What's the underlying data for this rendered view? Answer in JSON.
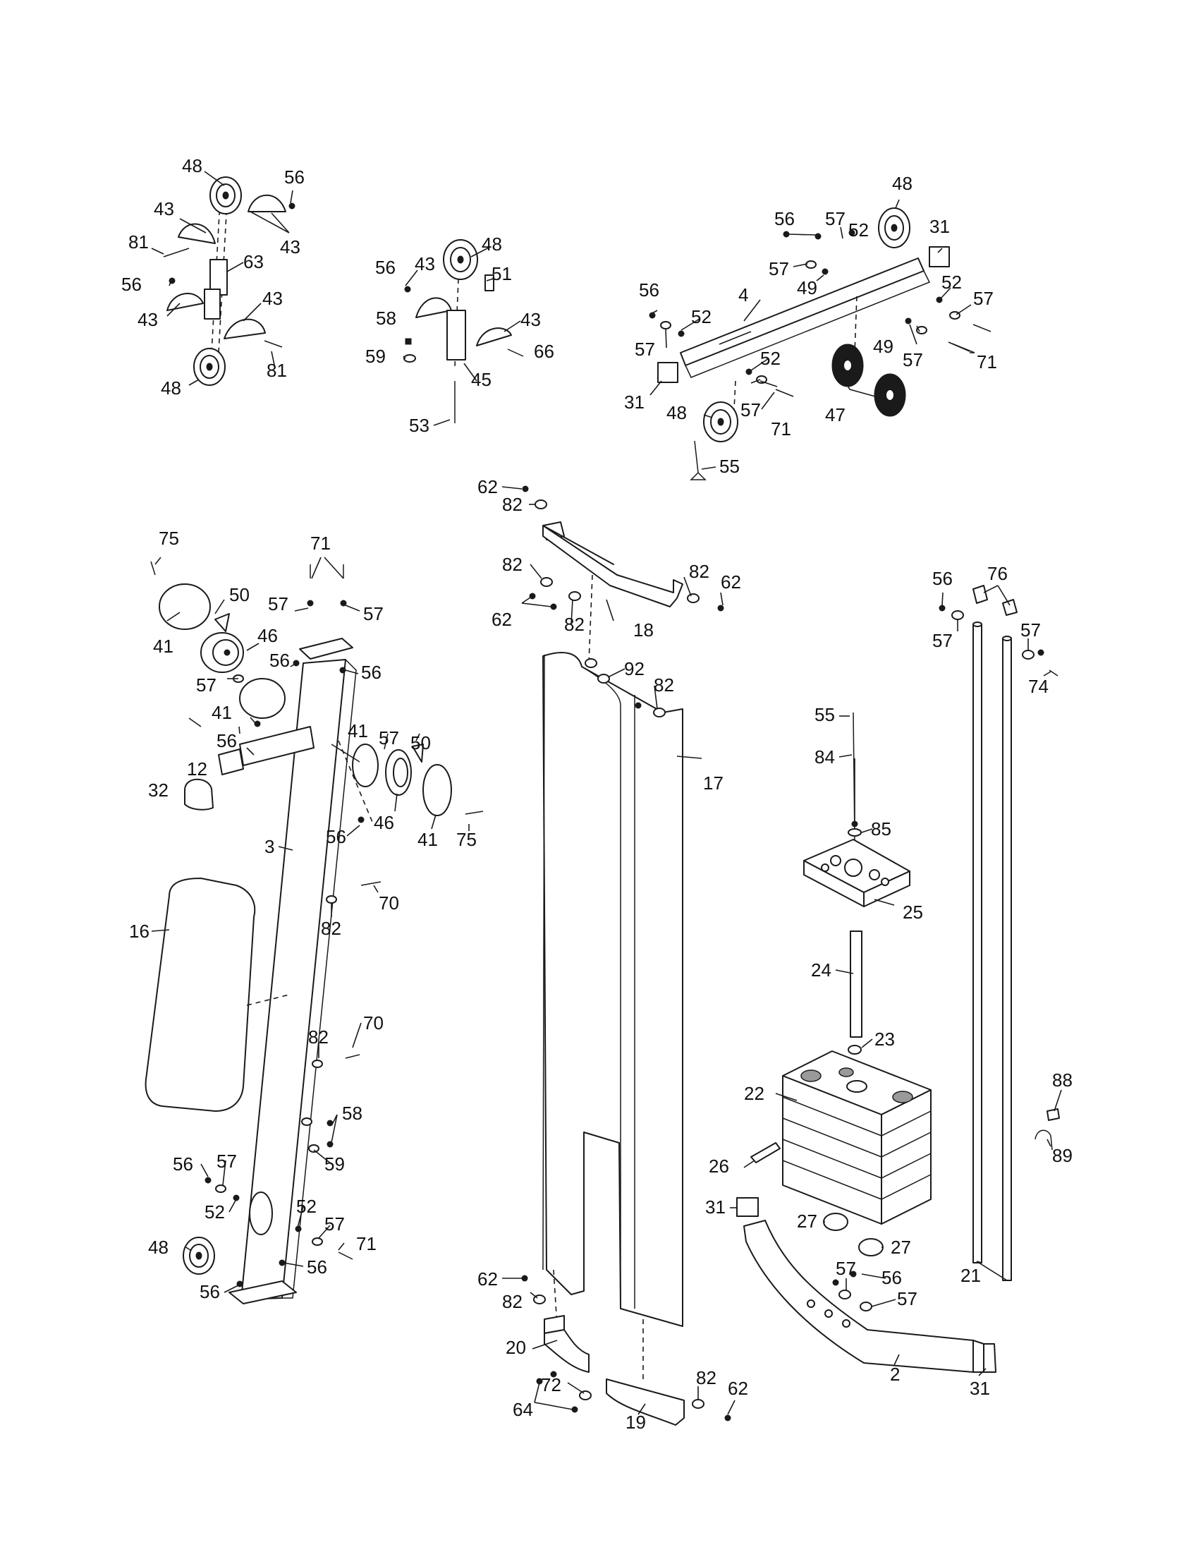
{
  "callouts": [
    {
      "id": "p48a",
      "text": "48"
    },
    {
      "id": "p56a",
      "text": "56"
    },
    {
      "id": "p43a",
      "text": "43"
    },
    {
      "id": "p43b",
      "text": "43"
    },
    {
      "id": "p81a",
      "text": "81"
    },
    {
      "id": "p63",
      "text": "63"
    },
    {
      "id": "p56b",
      "text": "56"
    },
    {
      "id": "p43c",
      "text": "43"
    },
    {
      "id": "p43d",
      "text": "43"
    },
    {
      "id": "p81b",
      "text": "81"
    },
    {
      "id": "p48b",
      "text": "48"
    },
    {
      "id": "p48c",
      "text": "48"
    },
    {
      "id": "p56c",
      "text": "56"
    },
    {
      "id": "p43e",
      "text": "43"
    },
    {
      "id": "p51",
      "text": "51"
    },
    {
      "id": "p58a",
      "text": "58"
    },
    {
      "id": "p43f",
      "text": "43"
    },
    {
      "id": "p59a",
      "text": "59"
    },
    {
      "id": "p66",
      "text": "66"
    },
    {
      "id": "p45",
      "text": "45"
    },
    {
      "id": "p53",
      "text": "53"
    },
    {
      "id": "p48d",
      "text": "48"
    },
    {
      "id": "p56d",
      "text": "56"
    },
    {
      "id": "p57a",
      "text": "57"
    },
    {
      "id": "p52a",
      "text": "52"
    },
    {
      "id": "p31a",
      "text": "31"
    },
    {
      "id": "p57b",
      "text": "57"
    },
    {
      "id": "p49a",
      "text": "49"
    },
    {
      "id": "p56e",
      "text": "56"
    },
    {
      "id": "p4",
      "text": "4"
    },
    {
      "id": "p52b",
      "text": "52"
    },
    {
      "id": "p57c",
      "text": "57"
    },
    {
      "id": "p52c",
      "text": "52"
    },
    {
      "id": "p57d",
      "text": "57"
    },
    {
      "id": "p49b",
      "text": "49"
    },
    {
      "id": "p52d",
      "text": "52"
    },
    {
      "id": "p57e",
      "text": "57"
    },
    {
      "id": "p71a",
      "text": "71"
    },
    {
      "id": "p31b",
      "text": "31"
    },
    {
      "id": "p57f",
      "text": "57"
    },
    {
      "id": "p71b",
      "text": "71"
    },
    {
      "id": "p48e",
      "text": "48"
    },
    {
      "id": "p47",
      "text": "47"
    },
    {
      "id": "p55a",
      "text": "55"
    },
    {
      "id": "p75a",
      "text": "75"
    },
    {
      "id": "p71c",
      "text": "71"
    },
    {
      "id": "p50a",
      "text": "50"
    },
    {
      "id": "p57g",
      "text": "57"
    },
    {
      "id": "p57h",
      "text": "57"
    },
    {
      "id": "p46a",
      "text": "46"
    },
    {
      "id": "p41a",
      "text": "41"
    },
    {
      "id": "p56f",
      "text": "56"
    },
    {
      "id": "p57i",
      "text": "57"
    },
    {
      "id": "p56g",
      "text": "56"
    },
    {
      "id": "p41b",
      "text": "41"
    },
    {
      "id": "p56h",
      "text": "56"
    },
    {
      "id": "p12",
      "text": "12"
    },
    {
      "id": "p41c",
      "text": "41"
    },
    {
      "id": "p57j",
      "text": "57"
    },
    {
      "id": "p50b",
      "text": "50"
    },
    {
      "id": "p32",
      "text": "32"
    },
    {
      "id": "p46b",
      "text": "46"
    },
    {
      "id": "p41d",
      "text": "41"
    },
    {
      "id": "p75b",
      "text": "75"
    },
    {
      "id": "p56i",
      "text": "56"
    },
    {
      "id": "p3",
      "text": "3"
    },
    {
      "id": "p70a",
      "text": "70"
    },
    {
      "id": "p16",
      "text": "16"
    },
    {
      "id": "p82a",
      "text": "82"
    },
    {
      "id": "p70b",
      "text": "70"
    },
    {
      "id": "p82b",
      "text": "82"
    },
    {
      "id": "p58b",
      "text": "58"
    },
    {
      "id": "p59b",
      "text": "59"
    },
    {
      "id": "p56j",
      "text": "56"
    },
    {
      "id": "p57k",
      "text": "57"
    },
    {
      "id": "p52e",
      "text": "52"
    },
    {
      "id": "p52f",
      "text": "52"
    },
    {
      "id": "p57l",
      "text": "57"
    },
    {
      "id": "p71d",
      "text": "71"
    },
    {
      "id": "p48f",
      "text": "48"
    },
    {
      "id": "p56k",
      "text": "56"
    },
    {
      "id": "p56l",
      "text": "56"
    },
    {
      "id": "p62a",
      "text": "62"
    },
    {
      "id": "p82c",
      "text": "82"
    },
    {
      "id": "p82d",
      "text": "82"
    },
    {
      "id": "p82e",
      "text": "82"
    },
    {
      "id": "p62b",
      "text": "62"
    },
    {
      "id": "p62c",
      "text": "62"
    },
    {
      "id": "p82f",
      "text": "82"
    },
    {
      "id": "p18",
      "text": "18"
    },
    {
      "id": "p92",
      "text": "92"
    },
    {
      "id": "p82g",
      "text": "82"
    },
    {
      "id": "p17",
      "text": "17"
    },
    {
      "id": "p62d",
      "text": "62"
    },
    {
      "id": "p82h",
      "text": "82"
    },
    {
      "id": "p20",
      "text": "20"
    },
    {
      "id": "p72",
      "text": "72"
    },
    {
      "id": "p64",
      "text": "64"
    },
    {
      "id": "p19",
      "text": "19"
    },
    {
      "id": "p82i",
      "text": "82"
    },
    {
      "id": "p62e",
      "text": "62"
    },
    {
      "id": "p56m",
      "text": "56"
    },
    {
      "id": "p76",
      "text": "76"
    },
    {
      "id": "p57m",
      "text": "57"
    },
    {
      "id": "p57n",
      "text": "57"
    },
    {
      "id": "p74",
      "text": "74"
    },
    {
      "id": "p55b",
      "text": "55"
    },
    {
      "id": "p84",
      "text": "84"
    },
    {
      "id": "p85",
      "text": "85"
    },
    {
      "id": "p25",
      "text": "25"
    },
    {
      "id": "p24",
      "text": "24"
    },
    {
      "id": "p23",
      "text": "23"
    },
    {
      "id": "p22",
      "text": "22"
    },
    {
      "id": "p88",
      "text": "88"
    },
    {
      "id": "p89",
      "text": "89"
    },
    {
      "id": "p26",
      "text": "26"
    },
    {
      "id": "p31c",
      "text": "31"
    },
    {
      "id": "p27a",
      "text": "27"
    },
    {
      "id": "p27b",
      "text": "27"
    },
    {
      "id": "p57o",
      "text": "57"
    },
    {
      "id": "p56n",
      "text": "56"
    },
    {
      "id": "p57p",
      "text": "57"
    },
    {
      "id": "p21",
      "text": "21"
    },
    {
      "id": "p2",
      "text": "2"
    },
    {
      "id": "p31d",
      "text": "31"
    }
  ]
}
